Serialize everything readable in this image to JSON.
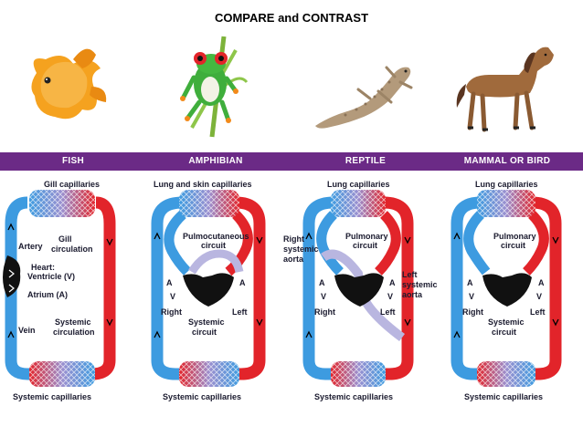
{
  "title": "COMPARE and CONTRAST",
  "colors": {
    "banner": "#6b2a86",
    "oxygen_poor": "#3d9be0",
    "oxygen_rich": "#e2242a",
    "mixed": "#b9b6e0",
    "heart": "#111111"
  },
  "icons": [
    "goldfish-image",
    "tree-frog-image",
    "lizard-image",
    "horse-image"
  ],
  "panels": [
    {
      "header": "FISH",
      "top_caption": "Gill capillaries",
      "bottom_caption": "Systemic capillaries",
      "labels": {
        "artery": "Artery",
        "gill_circ_1": "Gill",
        "gill_circ_2": "circulation",
        "heart_1": "Heart:",
        "heart_2": "Ventricle (V)",
        "atrium": "Atrium (A)",
        "vein": "Vein",
        "systemic_1": "Systemic",
        "systemic_2": "circulation"
      }
    },
    {
      "header": "AMPHIBIAN",
      "top_caption": "Lung and skin capillaries",
      "bottom_caption": "Systemic capillaries",
      "labels": {
        "circuit_1": "Pulmocutaneous",
        "circuit_2": "circuit",
        "a_left": "A",
        "a_right": "A",
        "v": "V",
        "right": "Right",
        "left": "Left",
        "systemic_1": "Systemic",
        "systemic_2": "circuit"
      }
    },
    {
      "header": "REPTILE",
      "top_caption": "Lung capillaries",
      "bottom_caption": "Systemic capillaries",
      "labels": {
        "circuit_1": "Pulmonary",
        "circuit_2": "circuit",
        "right_aorta_1": "Right",
        "right_aorta_2": "systemic",
        "right_aorta_3": "aorta",
        "left_aorta_1": "Left",
        "left_aorta_2": "systemic",
        "left_aorta_3": "aorta",
        "a_left": "A",
        "a_right": "A",
        "v_left": "V",
        "v_right": "V",
        "right": "Right",
        "left": "Left"
      }
    },
    {
      "header": "MAMMAL OR BIRD",
      "top_caption": "Lung capillaries",
      "bottom_caption": "Systemic capillaries",
      "labels": {
        "circuit_1": "Pulmonary",
        "circuit_2": "circuit",
        "a_left": "A",
        "a_right": "A",
        "v_left": "V",
        "v_right": "V",
        "right": "Right",
        "left": "Left",
        "systemic_1": "Systemic",
        "systemic_2": "circuit"
      }
    }
  ]
}
